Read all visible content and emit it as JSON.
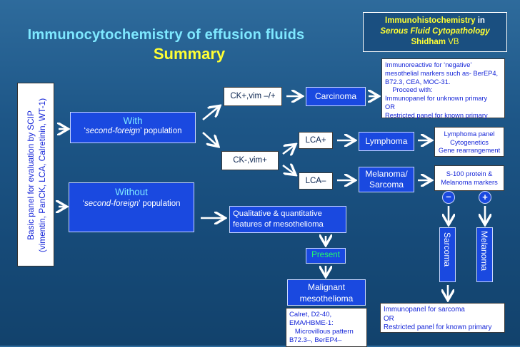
{
  "header": {
    "title": "Immunocytochemistry of effusion fluids",
    "subtitle": "Summary"
  },
  "reference": {
    "line1_a": "Immunohistochemistry",
    "line1_b": " in",
    "line2": "Serous Fluid Cytopathology",
    "line3_a": "Shidham",
    "line3_b": "  VB"
  },
  "basic_panel": {
    "line1": "Basic panel for evaluation by SCIP",
    "line2": "(vimentin, PanCK, LCA, Calretinin, WT-1)"
  },
  "with_box": {
    "title": "With",
    "sub_quote_open": "‘",
    "sub_italic": "second-foreign",
    "sub_rest": "’ population"
  },
  "without_box": {
    "title": "Without",
    "sub_quote_open": "‘",
    "sub_italic": "second-foreign",
    "sub_rest": "’ population"
  },
  "ck_pos": "CK+,vim –/+",
  "ck_neg": "CK-,vim+",
  "carcinoma": "Carcinoma",
  "lca_pos": "LCA+",
  "lca_neg": "LCA–",
  "lymphoma": "Lymphoma",
  "melanoma_sarcoma": {
    "line1": "Melanoma/",
    "line2": "Sarcoma"
  },
  "qualitative": {
    "line1": "Qualitative & quantitative",
    "line2": "features of mesothelioma"
  },
  "present": "Present",
  "malignant": {
    "line1": "Malignant",
    "line2": "mesothelioma"
  },
  "carcinoma_note": {
    "l1": "Immunoreactive for ‘negative’",
    "l2": "mesothelial markers such as- BerEP4,",
    "l3": "B72.3, CEA, MOC-31.",
    "l4": "    Proceed with:",
    "l5": "Immunopanel for unknown primary",
    "l6": "OR",
    "l7": "Restricted panel for known primary"
  },
  "lymphoma_panel": {
    "l1": "Lymphoma panel",
    "l2": "Cytogenetics",
    "l3": "Gene rearrangement"
  },
  "s100": {
    "l1": "S-100 protein &",
    "l2": "Melanoma markers"
  },
  "minus": "–",
  "plus": "+",
  "sarcoma_v": "Sarcoma",
  "melanoma_v": "Melanoma",
  "sarcoma_panel": {
    "l1": "Immunopanel for sarcoma",
    "l2": "OR",
    "l3": "Restricted panel for known primary"
  },
  "meso_note": {
    "l1": "Calret, D2-40,",
    "l2": "EMA/HBME-1:",
    "l3": "   Microvillous pattern",
    "l4": "B72.3–, BerEP4–"
  },
  "colors": {
    "accent_cyan": "#7ee8ff",
    "yellow": "#ffff33",
    "box_blue": "#1a49e0",
    "present_green": "#22ff66"
  }
}
